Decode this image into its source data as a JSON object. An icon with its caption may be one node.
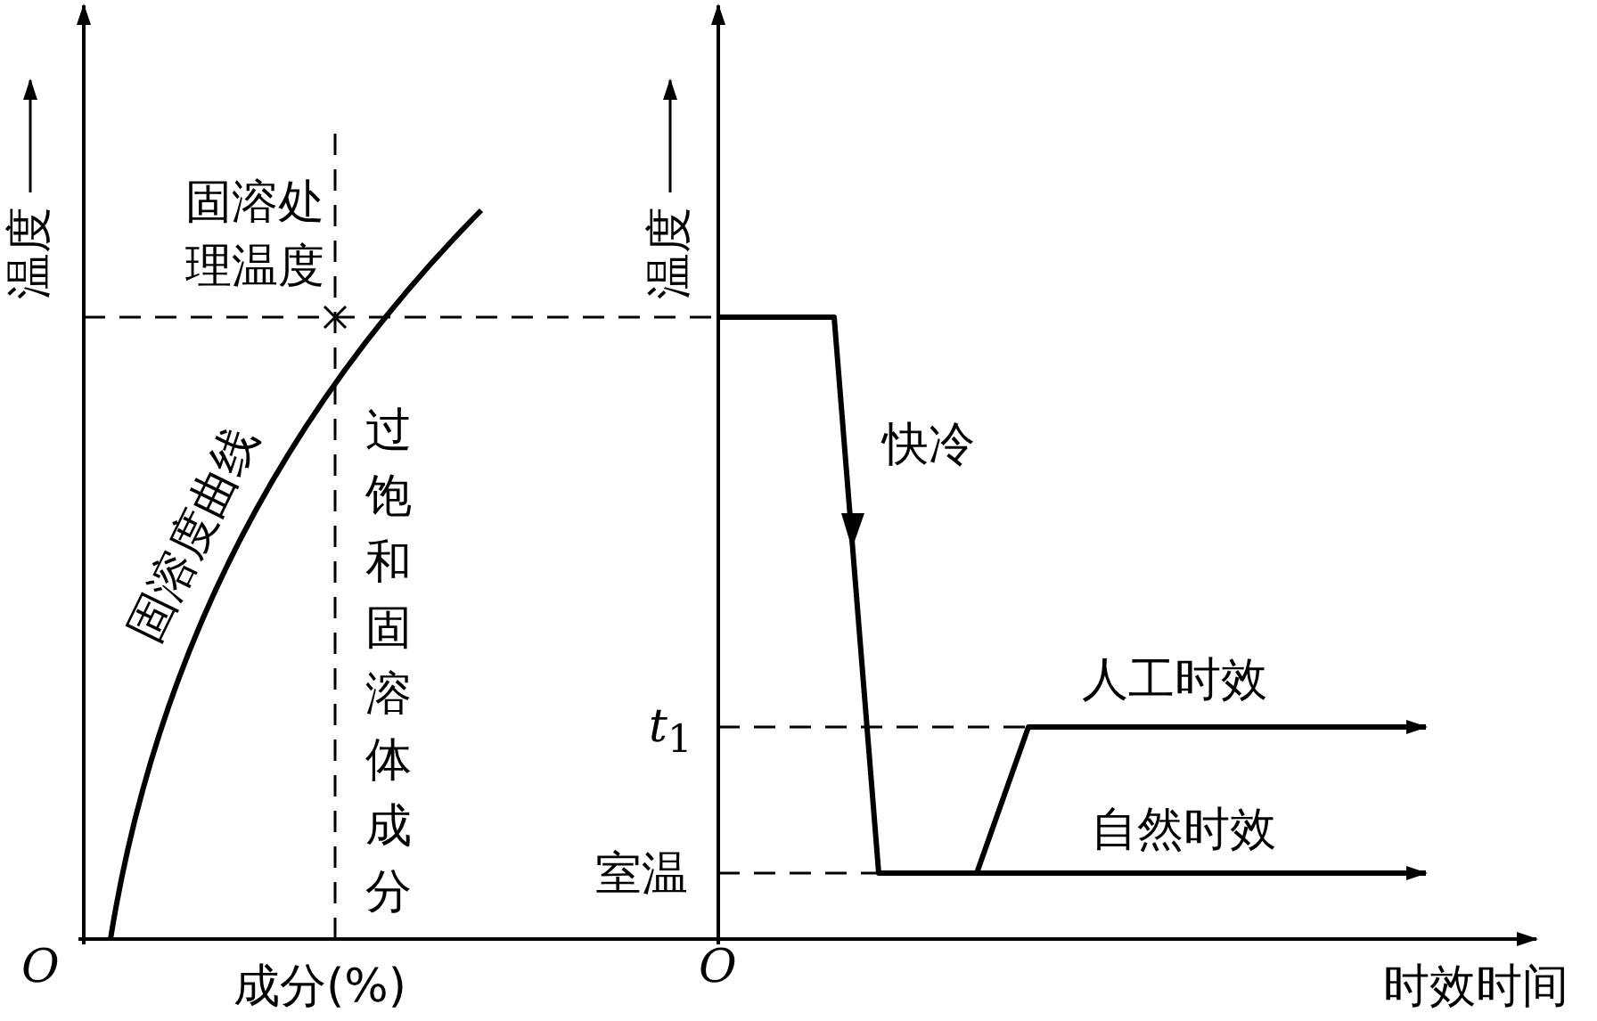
{
  "diagram": {
    "labels": [
      "温度",
      "固溶处理温度",
      "温度",
      "快冷",
      "固溶度曲线",
      "过饱和固溶体成分",
      "人工时效",
      "*t*$_{1}$",
      "自然时效",
      "室温",
      "O",
      "成分(%)",
      "O",
      "时效时间"
    ]
  }
}
